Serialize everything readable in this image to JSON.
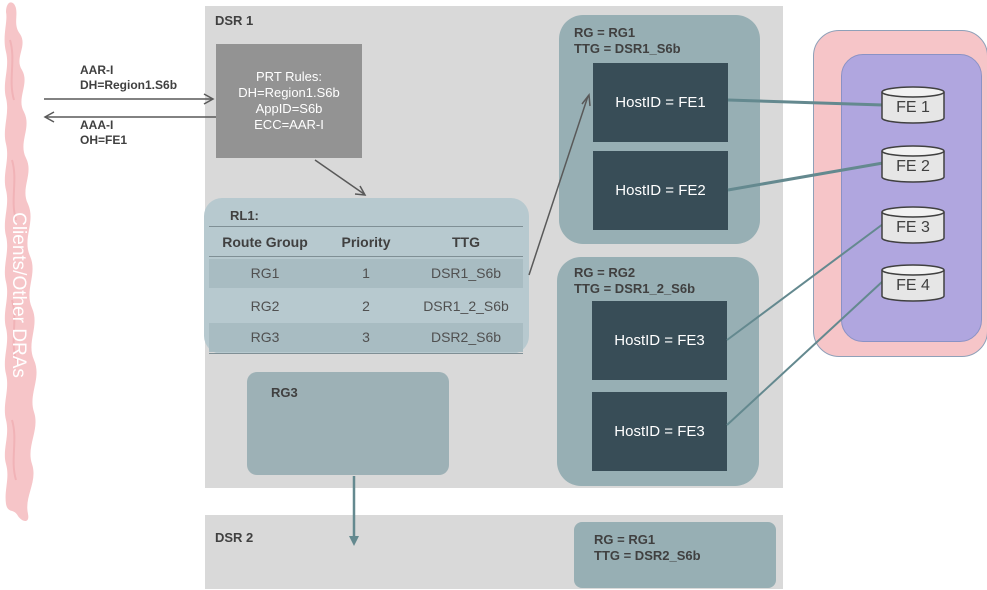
{
  "clients": {
    "label": "Clients/Other DRAs"
  },
  "messages": {
    "request_line1": "AAR-I",
    "request_line2": "DH=Region1.S6b",
    "answer_line1": "AAA-I",
    "answer_line2": "OH=FE1"
  },
  "dsr1": {
    "title": "DSR 1"
  },
  "dsr2": {
    "title": "DSR 2"
  },
  "prt": {
    "lines": [
      "PRT Rules:",
      "DH=Region1.S6b",
      "AppID=S6b",
      "ECC=AAR-I"
    ]
  },
  "rl1": {
    "title": "RL1:",
    "headers": [
      "Route Group",
      "Priority",
      "TTG"
    ],
    "rows": [
      [
        "RG1",
        "1",
        "DSR1_S6b"
      ],
      [
        "RG2",
        "2",
        "DSR1_2_S6b"
      ],
      [
        "RG3",
        "3",
        "DSR2_S6b"
      ]
    ]
  },
  "rg1": {
    "line1": "RG = RG1",
    "line2": "TTG = DSR1_S6b",
    "hosts": [
      "HostID = FE1",
      "HostID = FE2"
    ]
  },
  "rg2": {
    "line1": "RG = RG2",
    "line2": "TTG = DSR1_2_S6b",
    "hosts": [
      "HostID = FE3",
      "HostID = FE3"
    ]
  },
  "rg3": {
    "label": "RG3"
  },
  "dsr2_rg": {
    "line1": "RG = RG1",
    "line2": "TTG = DSR2_S6b"
  },
  "fe": {
    "labels": [
      "FE 1",
      "FE 2",
      "FE 3",
      "FE 4"
    ]
  },
  "colors": {
    "cloud": "#f6c5c8",
    "dsr_background": "#d9d9d9",
    "prt_box": "#939393",
    "route_list": "#b7c9cf",
    "route_group_panel": "#97afb4",
    "host_box": "#384d57",
    "fe_outer": "#f6c5c8",
    "fe_inner": "#b0a6df",
    "connector": "#64898f"
  }
}
